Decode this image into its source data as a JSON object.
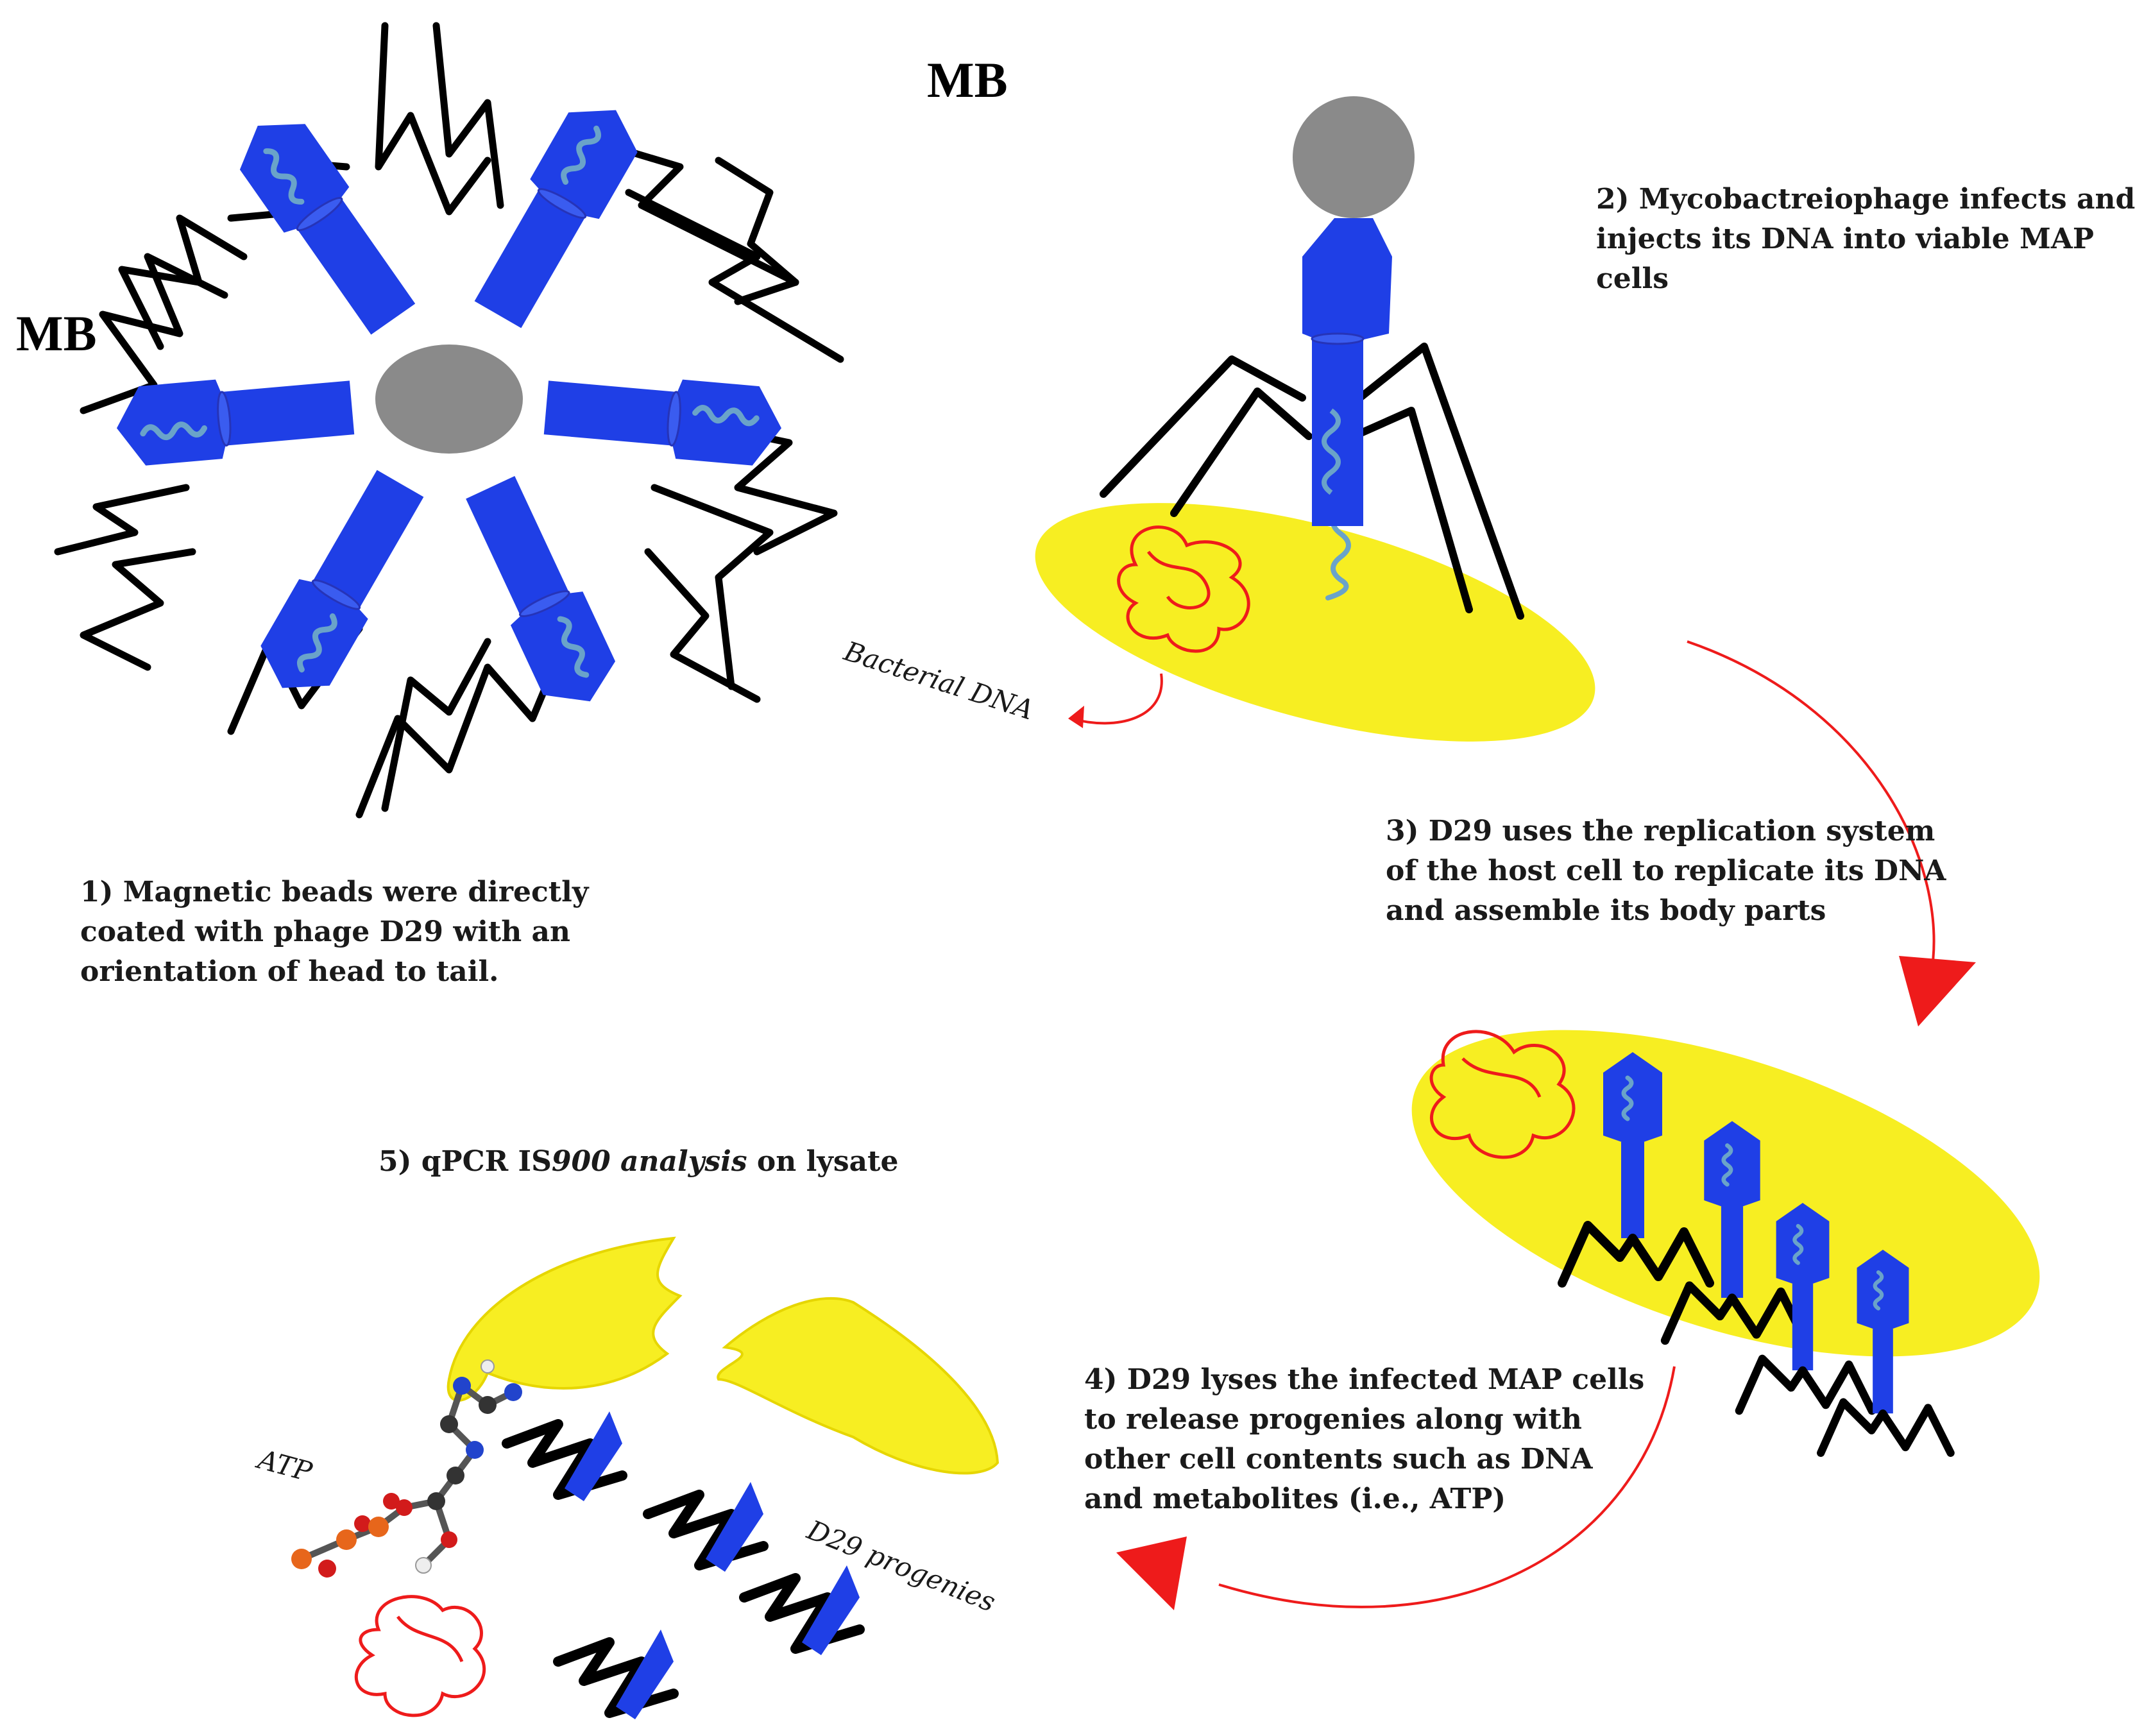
{
  "labels": {
    "mb_top": "MB",
    "mb_left": "MB",
    "step1": [
      "1) Magnetic beads were directly",
      "coated with phage D29 with an",
      "orientation of head to tail."
    ],
    "step2": [
      "2) Mycobactreiophage infects and",
      "injects its DNA into viable MAP",
      "cells"
    ],
    "step3": [
      "3) D29 uses the replication system",
      "of the host cell to replicate its DNA",
      "and assemble its body parts"
    ],
    "step4": [
      "4) D29 lyses the infected MAP cells",
      "to release progenies along with",
      "other cell contents such as DNA",
      "and metabolites (i.e., ATP)"
    ],
    "step5": {
      "prefix": "5) qPCR IS",
      "italic": "900 analysis",
      "suffix": " on lysate"
    },
    "bacterial_dna": "Bacterial DNA",
    "atp": "ATP",
    "d29_progenies": "D29 progenies"
  },
  "colors": {
    "phage_blue": "#1f3fe6",
    "bead_gray": "#8a8a8a",
    "cell_yellow": "#f7ee22",
    "dna_red": "#ee1b1b",
    "arrow_red": "#ee1b1b",
    "tail_fiber_black": "#000000",
    "phage_dna_teal": "#6aa3c9"
  }
}
